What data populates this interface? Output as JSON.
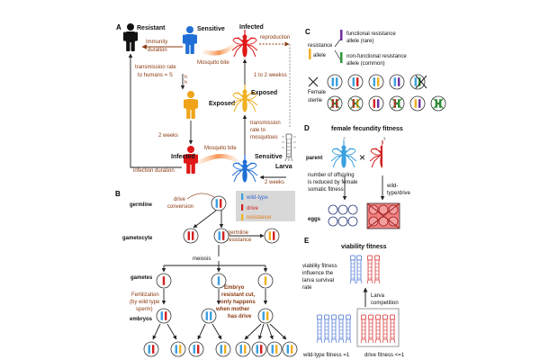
{
  "colors": {
    "resistant": "#111111",
    "sensitive": "#1f6fd6",
    "exposed": "#f0a318",
    "infected": "#e01818",
    "brown_text": "#8b3a10",
    "wild_type": "#3aa0e0",
    "drive": "#d42020",
    "resistance": "#f0b020",
    "functional_resistance": "#7030a0",
    "nonfunctional_resistance": "#2e9a3a"
  },
  "panelA": {
    "label": "A",
    "resistant": "Resistant",
    "sensitive": "Sensitive",
    "infected_top": "Infected",
    "immunity_duration": "Immunity duration",
    "mosquito_bite_1": "Mosquito bite",
    "reproduction": "reproduction",
    "transmission_humans": "transmission rate to humans = S",
    "sub_h1": "h",
    "sub_h2": "h",
    "one_to_two_weeks": "1 to 2 weekss",
    "exposed_human": "Exposed",
    "exposed_mosq": "Exposed",
    "two_weeks": "2 weeks",
    "mosquito_bite_2": "Mosquito bite",
    "transmission_mosq": "transmission rate to mosquitoes",
    "infected_human": "Infected",
    "sensitive_mosq": "Sensitive",
    "infection_duration": "infection duration",
    "larva": "Larva",
    "larva_two_weeks": "2 weeks"
  },
  "panelB": {
    "label": "B",
    "germline": "germline",
    "drive_conversion": "drive conversion",
    "legend_wild": "wild-type",
    "legend_drive": "drive",
    "legend_resist": "resistance",
    "gametocyte": "gametocyte",
    "germline_resistance": "germline resistance",
    "meiosis": "meiosis",
    "gametes": "gametes",
    "fertilization": "Fertilization (by wild type sperm)",
    "embryos": "embryos",
    "embryo_note": "Embryo resistant cut, only happens when mother has drive"
  },
  "panelC": {
    "label": "C",
    "functional_resistance": "functional resistance allele (rare)",
    "resistance_allele": "resistance allele",
    "nonfunctional": "non-functional resistance allele (common)",
    "female_sterile": "Female sterile"
  },
  "panelD": {
    "label": "D",
    "title": "female fecundity fitness",
    "male_symbol": "♂",
    "female_symbol": "♀",
    "parent": "parent",
    "offspring_note": "number of offspring is reduced by female somatic fitness",
    "wild_drive": "wild-type/drive",
    "eggs": "eggs"
  },
  "panelE": {
    "label": "E",
    "title": "viability fitness",
    "note": "viability fitness influence the larva survival rate",
    "larva_competition": "Larva competition",
    "wild_fitness": "wild-type fitness =1",
    "drive_fitness": "drive fitness <=1"
  }
}
